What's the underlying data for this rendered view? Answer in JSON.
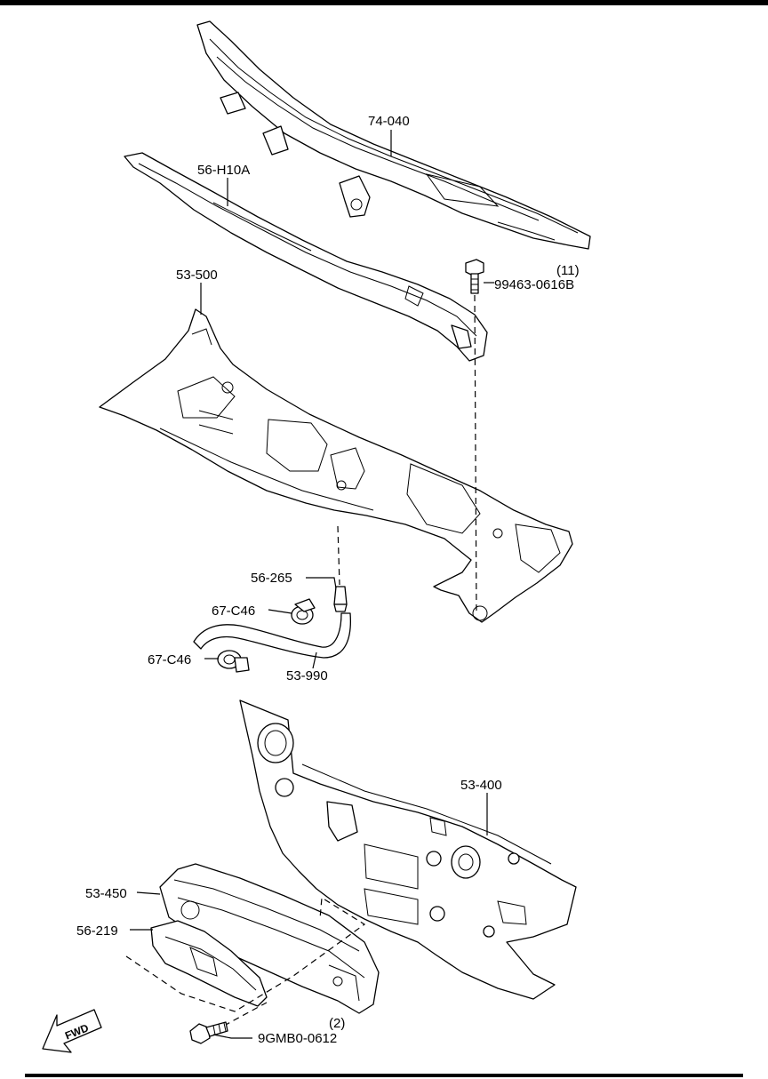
{
  "diagram": {
    "parts": {
      "p74_040": "74-040",
      "p56_H10A": "56-H10A",
      "p53_500": "53-500",
      "bolt_top_qty": "(11)",
      "bolt_top_part": "99463-0616B",
      "p56_265": "56-265",
      "p67_C46_a": "67-C46",
      "p67_C46_b": "67-C46",
      "p53_990": "53-990",
      "p53_400": "53-400",
      "p53_450": "53-450",
      "p56_219": "56-219",
      "bolt_bottom_qty": "(2)",
      "bolt_bottom_part": "9GMB0-0612"
    },
    "fwd_arrow_label": "FWD"
  }
}
